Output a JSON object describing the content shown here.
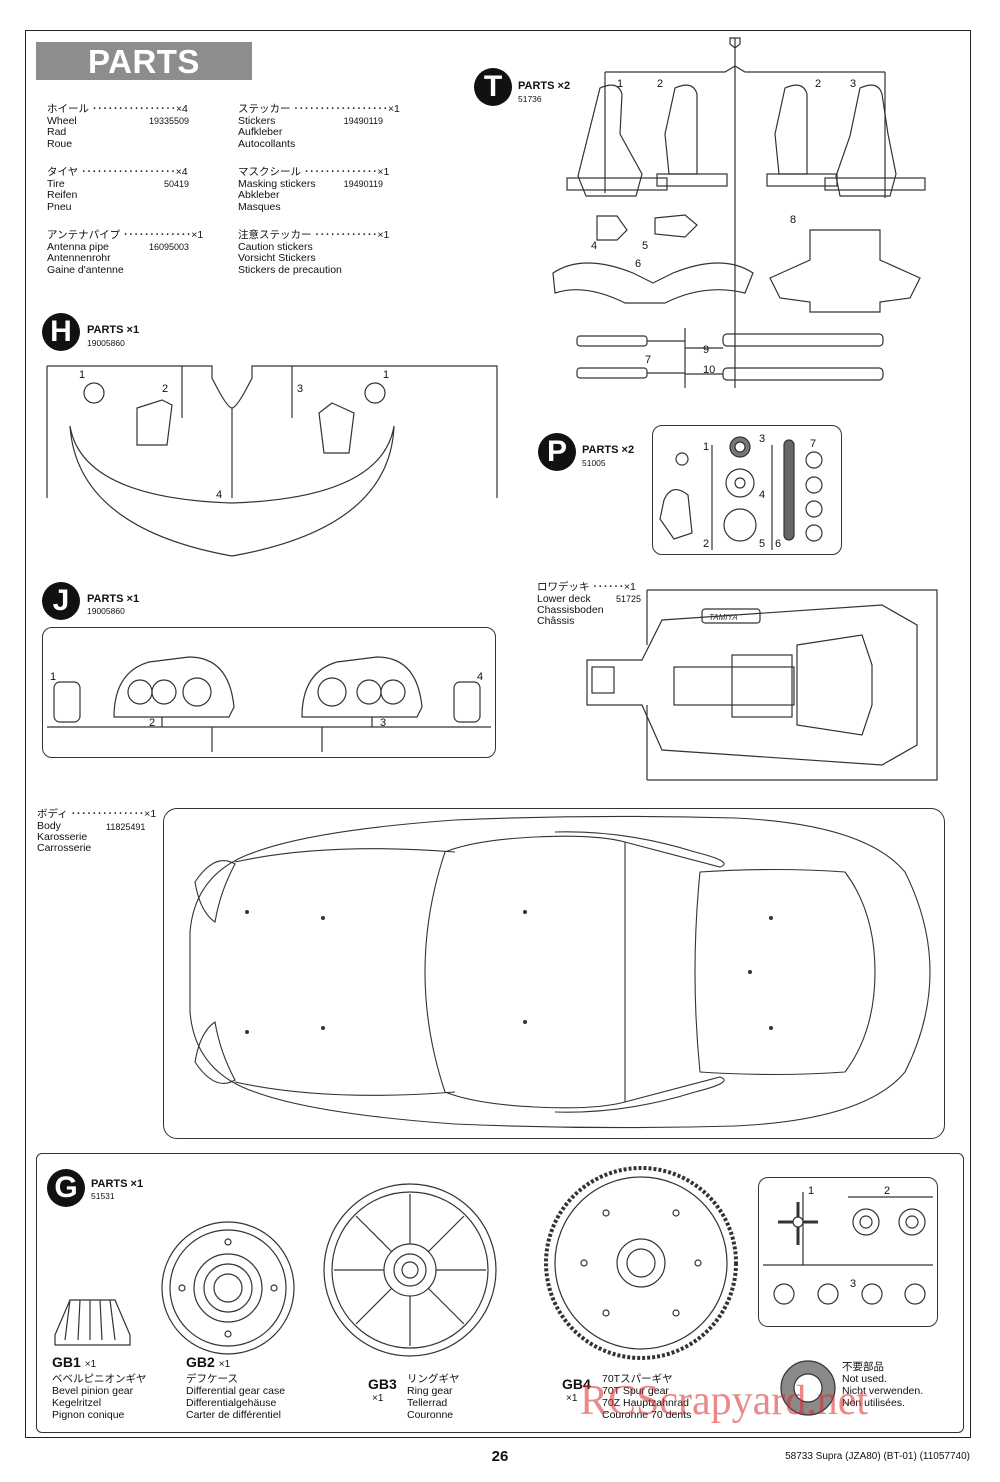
{
  "title": "PARTS",
  "parts_list": [
    {
      "jp": "ホイール ････････････････×4",
      "en": "Wheel",
      "de": "Rad",
      "fr": "Roue",
      "code": "19335509"
    },
    {
      "jp": "タイヤ ･･････････････････×4",
      "en": "Tire",
      "de": "Reifen",
      "fr": "Pneu",
      "code": "50419"
    },
    {
      "jp": "アンテナパイプ ･････････････×1",
      "en": "Antenna pipe",
      "de": "Antennenrohr",
      "fr": "Gaine d'antenne",
      "code": "16095003"
    },
    {
      "jp": "ステッカー ･･････････････････×1",
      "en": "Stickers",
      "de": "Aufkleber",
      "fr": "Autocollants",
      "code": "19490119"
    },
    {
      "jp": "マスクシール ･･････････････×1",
      "en": "Masking stickers",
      "de": "Abkleber",
      "fr": "Masques",
      "code": "19490119"
    },
    {
      "jp": "注意ステッカー ････････････×1",
      "en": "Caution stickers",
      "de": "Vorsicht Stickers",
      "fr": "Stickers de precaution",
      "code": ""
    }
  ],
  "sprues": {
    "T": {
      "letter": "T",
      "label": "PARTS ×2",
      "code": "51736",
      "nums": [
        "1",
        "2",
        "2",
        "3",
        "4",
        "5",
        "6",
        "7",
        "8",
        "9",
        "10"
      ]
    },
    "H": {
      "letter": "H",
      "label": "PARTS ×1",
      "code": "19005860",
      "nums": [
        "1",
        "2",
        "3",
        "1",
        "4"
      ]
    },
    "P": {
      "letter": "P",
      "label": "PARTS ×2",
      "code": "51005",
      "nums": [
        "1",
        "3",
        "4",
        "2",
        "5",
        "6",
        "7"
      ]
    },
    "J": {
      "letter": "J",
      "label": "PARTS ×1",
      "code": "19005860",
      "nums": [
        "1",
        "2",
        "3",
        "4"
      ]
    },
    "G": {
      "letter": "G",
      "label": "PARTS ×1",
      "code": "51531",
      "nums": [
        "1",
        "2",
        "3"
      ]
    }
  },
  "lower_deck": {
    "jp": "ロワデッキ ･･････×1",
    "en": "Lower deck",
    "de": "Chassisboden",
    "fr": "Châssis",
    "code": "51725",
    "brand": "TAMIYA"
  },
  "body": {
    "jp": "ボディ ･･････････････×1",
    "en": "Body",
    "de": "Karosserie",
    "fr": "Carrosserie",
    "code": "11825491"
  },
  "gears": [
    {
      "id": "GB1",
      "qty": "×1",
      "jp": "ベベルピニオンギヤ",
      "en": "Bevel pinion gear",
      "de": "Kegelritzel",
      "fr": "Pignon conique"
    },
    {
      "id": "GB2",
      "qty": "×1",
      "jp": "デフケース",
      "en": "Differential gear case",
      "de": "Differentialgehäuse",
      "fr": "Carter de différentiel"
    },
    {
      "id": "GB3",
      "qty": "×1",
      "jp": "リングギヤ",
      "en": "Ring gear",
      "de": "Tellerrad",
      "fr": "Couronne"
    },
    {
      "id": "GB4",
      "qty": "×1",
      "jp": "70Tスパーギヤ",
      "en": "70T Spur gear",
      "de": "70Z Hauptzahnrad",
      "fr": "Couronne 70 dents"
    }
  ],
  "not_used": {
    "jp": "不要部品",
    "en": "Not used.",
    "de": "Nicht verwenden.",
    "fr": "Non utilisées."
  },
  "footer": {
    "page": "26",
    "code": "58733 Supra (JZA80) (BT-01) (11057740)"
  },
  "watermark": "RCScrapyard.net"
}
